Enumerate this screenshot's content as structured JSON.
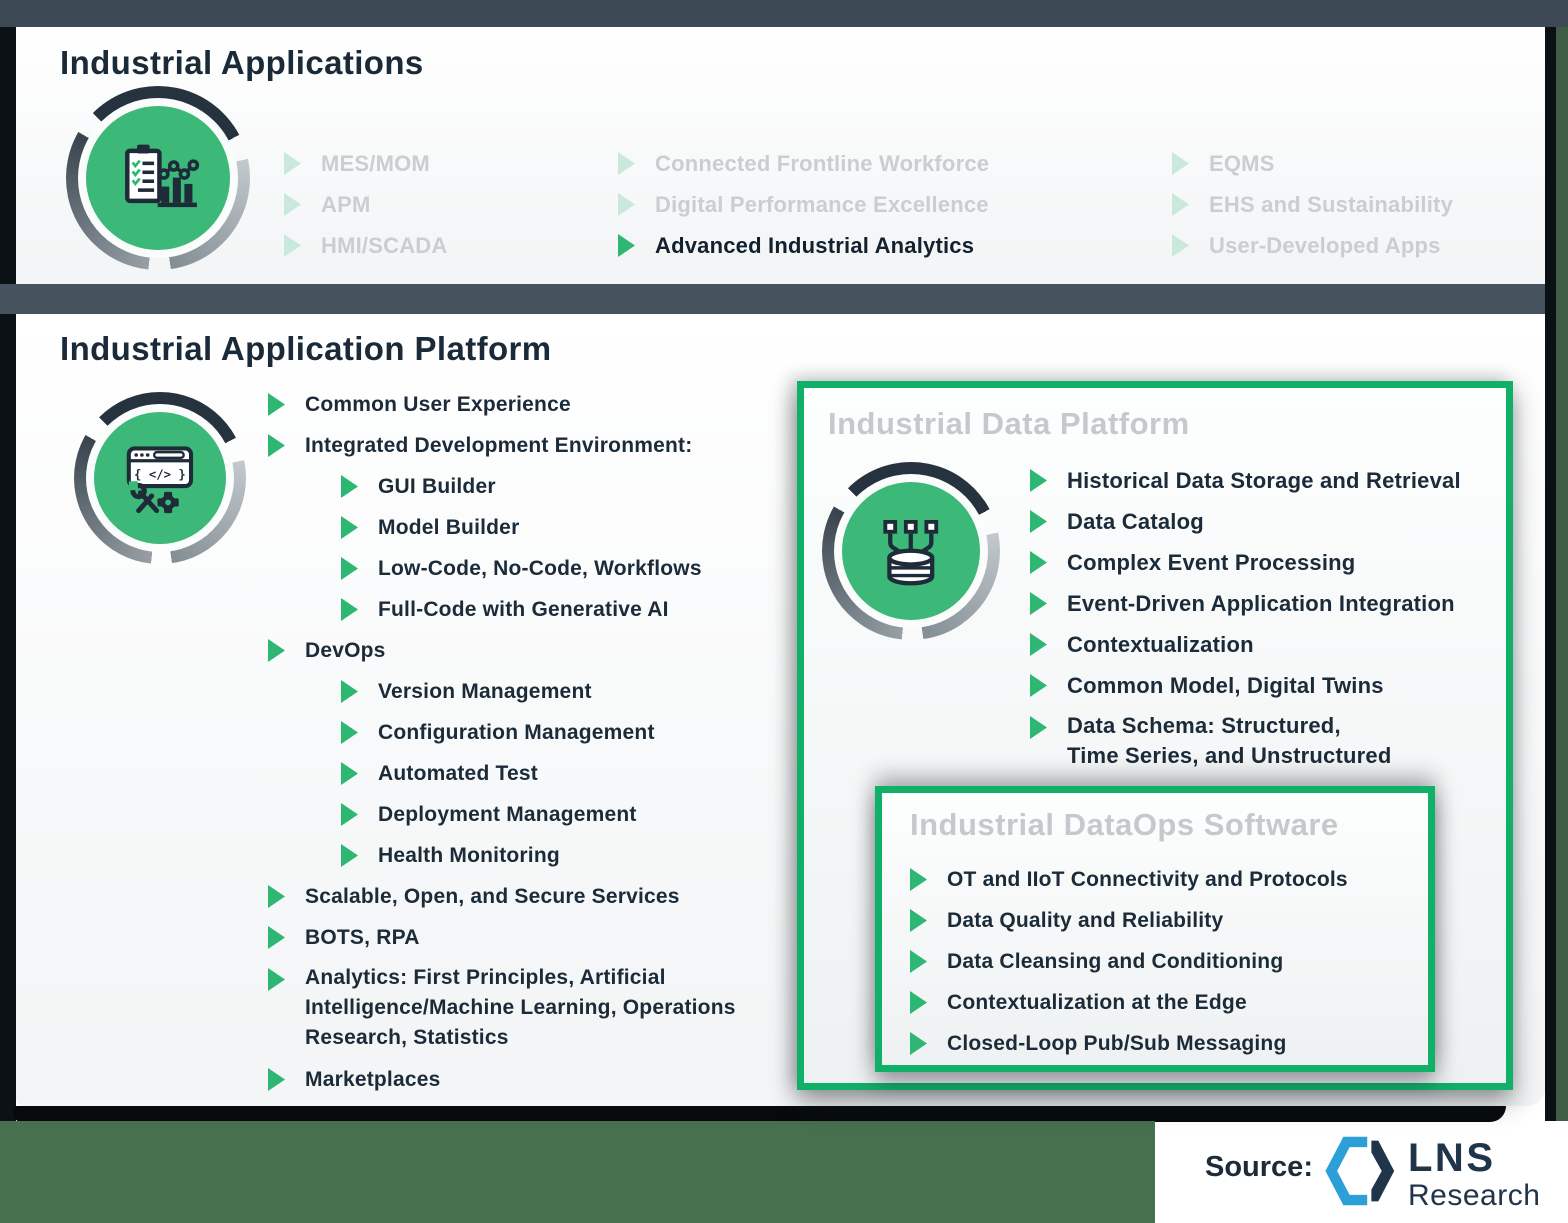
{
  "colors": {
    "accent_green": "#2eb673",
    "box_border_green": "#10b069",
    "circle_green": "#3cb878",
    "dim_green": "#c9e9da",
    "navy_text": "#1c2b39",
    "dim_text": "#c9ced3",
    "box_title_gray": "#c5c9cd",
    "top_bar_slate": "#3d4954",
    "divider_slate": "#46525d",
    "bottom_strip_green": "#47704e",
    "logo_blue": "#2d9fd8",
    "logo_navy": "#21354a"
  },
  "panels": {
    "applications": {
      "title": "Industrial Applications",
      "icon": "analytics-clipboard-icon",
      "columns": [
        {
          "items": [
            {
              "label": "MES/MOM",
              "state": "dimmed"
            },
            {
              "label": "APM",
              "state": "dimmed"
            },
            {
              "label": "HMI/SCADA",
              "state": "dimmed"
            }
          ]
        },
        {
          "items": [
            {
              "label": "Connected Frontline Workforce",
              "state": "dimmed"
            },
            {
              "label": "Digital Performance Excellence",
              "state": "dimmed"
            },
            {
              "label": "Advanced Industrial Analytics",
              "state": "active"
            }
          ]
        },
        {
          "items": [
            {
              "label": "EQMS",
              "state": "dimmed"
            },
            {
              "label": "EHS and Sustainability",
              "state": "dimmed"
            },
            {
              "label": "User-Developed Apps",
              "state": "dimmed"
            }
          ]
        }
      ]
    },
    "platform": {
      "title": "Industrial Application Platform",
      "icon": "code-window-tools-icon",
      "items": [
        {
          "label": "Common User Experience",
          "indent": 0
        },
        {
          "label": "Integrated Development Environment:",
          "indent": 0
        },
        {
          "label": "GUI Builder",
          "indent": 1
        },
        {
          "label": "Model Builder",
          "indent": 1
        },
        {
          "label": "Low-Code, No-Code, Workflows",
          "indent": 1
        },
        {
          "label": "Full-Code with Generative AI",
          "indent": 1
        },
        {
          "label": "DevOps",
          "indent": 0
        },
        {
          "label": "Version Management",
          "indent": 1
        },
        {
          "label": "Configuration Management",
          "indent": 1
        },
        {
          "label": "Automated Test",
          "indent": 1
        },
        {
          "label": "Deployment Management",
          "indent": 1
        },
        {
          "label": "Health Monitoring",
          "indent": 1
        },
        {
          "label": "Scalable, Open, and Secure Services",
          "indent": 0
        },
        {
          "label": "BOTS, RPA",
          "indent": 0
        },
        {
          "label": "Analytics: First Principles, Artificial\nIntelligence/Machine Learning, Operations\nResearch, Statistics",
          "indent": 0
        },
        {
          "label": "Marketplaces",
          "indent": 0
        }
      ]
    },
    "data_platform": {
      "title": "Industrial Data Platform",
      "icon": "database-connections-icon",
      "items": [
        "Historical Data Storage and Retrieval",
        "Data Catalog",
        "Complex Event Processing",
        "Event-Driven Application Integration",
        "Contextualization",
        "Common Model, Digital Twins",
        "Data Schema: Structured,\nTime Series, and Unstructured"
      ]
    },
    "dataops": {
      "title": "Industrial DataOps Software",
      "items": [
        "OT and IIoT Connectivity and Protocols",
        "Data Quality and Reliability",
        "Data Cleansing and Conditioning",
        "Contextualization at the Edge",
        "Closed-Loop Pub/Sub Messaging"
      ]
    }
  },
  "footer": {
    "source_label": "Source:",
    "logo": {
      "name": "LNS",
      "subname": "Research"
    }
  }
}
